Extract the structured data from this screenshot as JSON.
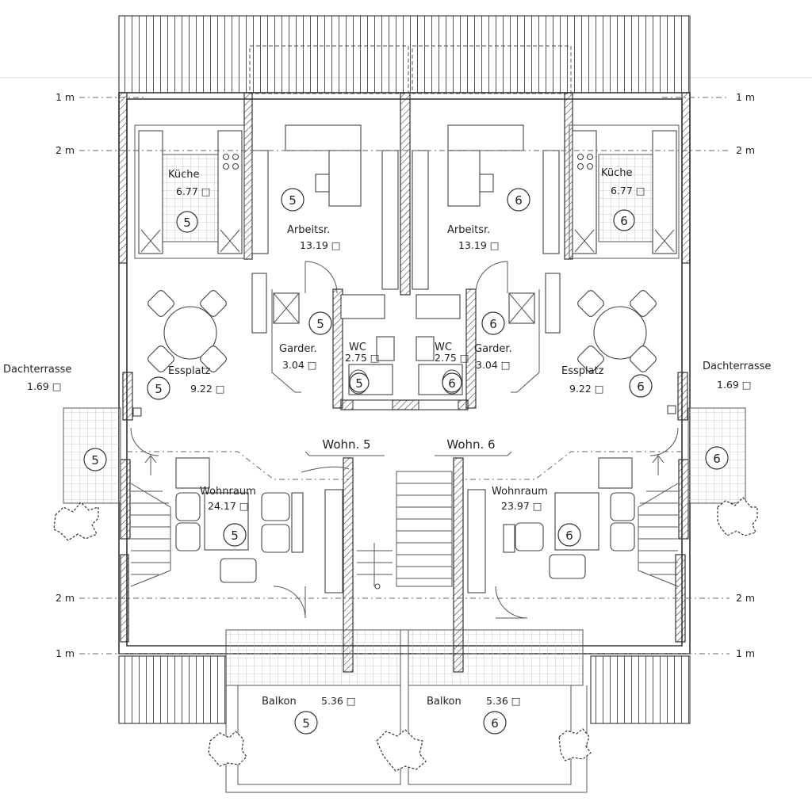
{
  "level_marks": {
    "one_m": "1 m",
    "two_m": "2 m"
  },
  "units": {
    "five": "5",
    "six": "6",
    "wohn5": "Wohn. 5",
    "wohn6": "Wohn. 6"
  },
  "rooms": {
    "kueche_left": {
      "label": "Küche",
      "area": "6.77 □"
    },
    "kueche_right": {
      "label": "Küche",
      "area": "6.77 □"
    },
    "arbeitsr_left": {
      "label": "Arbeitsr.",
      "area": "13.19 □"
    },
    "arbeitsr_right": {
      "label": "Arbeitsr.",
      "area": "13.19 □"
    },
    "garder_left": {
      "label": "Garder.",
      "area": "3.04 □"
    },
    "garder_right": {
      "label": "Garder.",
      "area": "3.04 □"
    },
    "wc_left": {
      "label": "WC",
      "area": "2.75 □"
    },
    "wc_right": {
      "label": "WC",
      "area": "2.75 □"
    },
    "essplatz_left": {
      "label": "Essplatz",
      "area": "9.22 □"
    },
    "essplatz_right": {
      "label": "Essplatz",
      "area": "9.22 □"
    },
    "dachterrasse_left": {
      "label": "Dachterrasse",
      "area": "1.69 □"
    },
    "dachterrasse_right": {
      "label": "Dachterrasse",
      "area": "1.69 □"
    },
    "wohnraum_left": {
      "label": "Wohnraum",
      "area": "24.17 □"
    },
    "wohnraum_right": {
      "label": "Wohnraum",
      "area": "23.97 □"
    },
    "balkon_left": {
      "label": "Balkon",
      "area": "5.36 □"
    },
    "balkon_right": {
      "label": "Balkon",
      "area": "5.36 □"
    }
  }
}
